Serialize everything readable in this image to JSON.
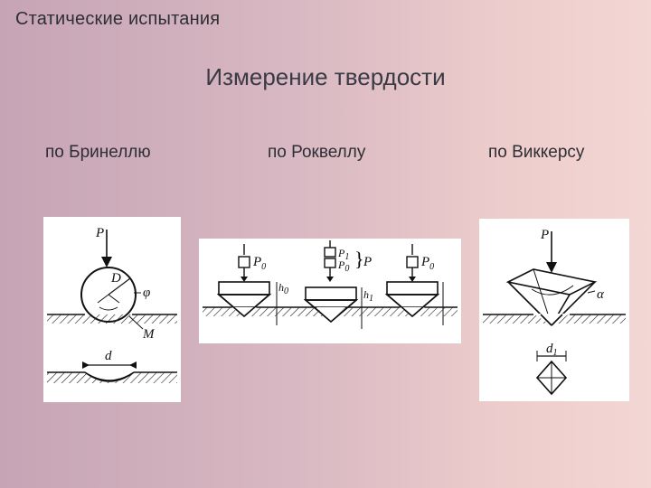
{
  "slide": {
    "title": "Статические испытания",
    "subtitle": "Измерение твердости"
  },
  "methods": [
    {
      "label": "по Бринеллю"
    },
    {
      "label": "по Роквеллу"
    },
    {
      "label": "по Виккерсу"
    }
  ],
  "brinell": {
    "P": "P",
    "D": "D",
    "phi": "φ",
    "M": "M",
    "d": "d"
  },
  "rockwell": {
    "P0": "P",
    "P0_sub": "0",
    "P1": "P",
    "P1_sub": "1",
    "P": "P",
    "h0": "h",
    "h0_sub": "0",
    "h1": "h",
    "h1_sub": "1"
  },
  "vickers": {
    "P": "P",
    "alpha": "α",
    "d1": "d",
    "d1_sub": "1"
  }
}
